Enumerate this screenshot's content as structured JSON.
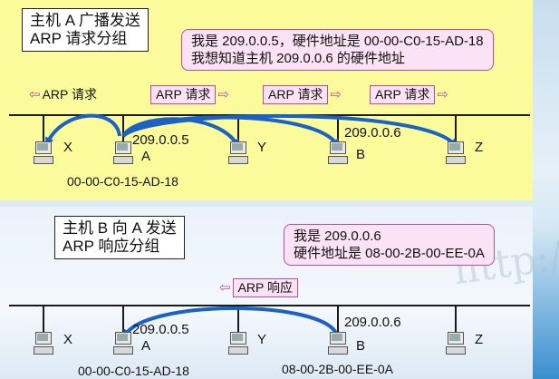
{
  "top": {
    "title": "主机 A 广播发送\nARP 请求分组",
    "callout": "我是 209.0.0.5，硬件地址是 00-00-C0-15-AD-18\n我想知道主机 209.0.0.6 的硬件地址",
    "packets": [
      "ARP 请求",
      "ARP 请求",
      "ARP 请求",
      "ARP 请求"
    ],
    "hosts": {
      "x": "X",
      "a": "A",
      "y": "Y",
      "b": "B",
      "z": "Z"
    },
    "ip_a": "209.0.0.5",
    "ip_b": "209.0.0.6",
    "mac_a": "00-00-C0-15-AD-18"
  },
  "bottom": {
    "title": "主机 B 向 A 发送\nARP 响应分组",
    "callout": "我是 209.0.0.6\n硬件地址是 08-00-2B-00-EE-0A",
    "packet": "ARP 响应",
    "hosts": {
      "x": "X",
      "a": "A",
      "y": "Y",
      "b": "B",
      "z": "Z"
    },
    "ip_a": "209.0.0.5",
    "ip_b": "209.0.0.6",
    "mac_a": "00-00-C0-15-AD-18",
    "mac_b": "08-00-2B-00-EE-0A"
  },
  "colors": {
    "arrow": "#1b62c4",
    "bus": "#1a1a1a",
    "callout_border": "#c24c9c"
  },
  "watermark": "http:/"
}
